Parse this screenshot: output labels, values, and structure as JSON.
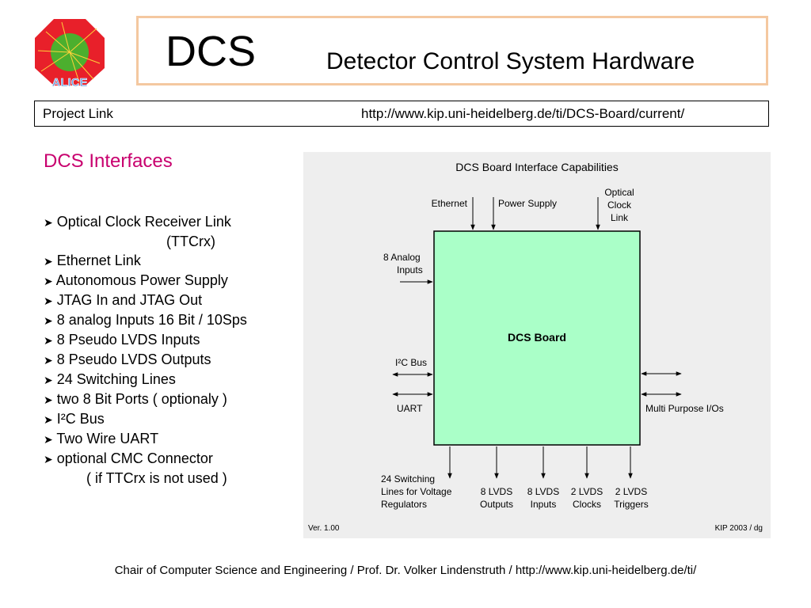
{
  "logo": {
    "text": "ALICE",
    "colors": {
      "octagon": "#e8202a",
      "center": "#4caf2e",
      "text": "#6aa0e0"
    }
  },
  "title": {
    "main": "DCS",
    "subtitle": "Detector Control System Hardware"
  },
  "project": {
    "label": "Project Link",
    "url": "http://www.kip.uni-heidelberg.de/ti/DCS-Board/current/"
  },
  "section_heading": "DCS Interfaces",
  "interfaces": [
    {
      "text": "Optical Clock Receiver Link"
    },
    {
      "text": "(TTCrx)"
    },
    {
      "text": "Ethernet Link"
    },
    {
      "text": "Autonomous Power Supply"
    },
    {
      "text": "JTAG In and JTAG Out"
    },
    {
      "text": "8 analog Inputs 16 Bit / 10Sps"
    },
    {
      "text": "8 Pseudo LVDS Inputs"
    },
    {
      "text": "8 Pseudo LVDS Outputs"
    },
    {
      "text": "24 Switching Lines"
    },
    {
      "text": "two 8 Bit Ports ( optionaly )"
    },
    {
      "text": "I²C Bus"
    },
    {
      "text": "Two Wire UART"
    },
    {
      "text": "optional CMC Connector"
    },
    {
      "text": "( if TTCrx is not used )"
    }
  ],
  "diagram": {
    "title": "DCS Board Interface Capabilities",
    "board_label": "DCS Board",
    "board_color": "#aaffc8",
    "top_inputs": [
      {
        "lines": [
          "Ethernet"
        ]
      },
      {
        "lines": [
          "Power Supply"
        ]
      },
      {
        "lines": [
          "Optical",
          "Clock",
          "Link"
        ]
      }
    ],
    "left_analog": [
      "8 Analog",
      "Inputs"
    ],
    "left_i2c": "I²C Bus",
    "left_uart": "UART",
    "right_label": "Multi Purpose I/Os",
    "bottom_outputs": [
      {
        "lines": [
          "24 Switching",
          "Lines for Voltage",
          "Regulators"
        ]
      },
      {
        "lines": [
          "8 LVDS",
          "Outputs"
        ]
      },
      {
        "lines": [
          "8 LVDS",
          "Inputs"
        ]
      },
      {
        "lines": [
          "2 LVDS",
          "Clocks"
        ]
      },
      {
        "lines": [
          "2 LVDS",
          "Triggers"
        ]
      }
    ],
    "version": "Ver. 1.00",
    "credit": "KIP 2003 / dg"
  },
  "footer": "Chair of Computer Science and Engineering  /  Prof. Dr. Volker Lindenstruth  /  http://www.kip.uni-heidelberg.de/ti/"
}
